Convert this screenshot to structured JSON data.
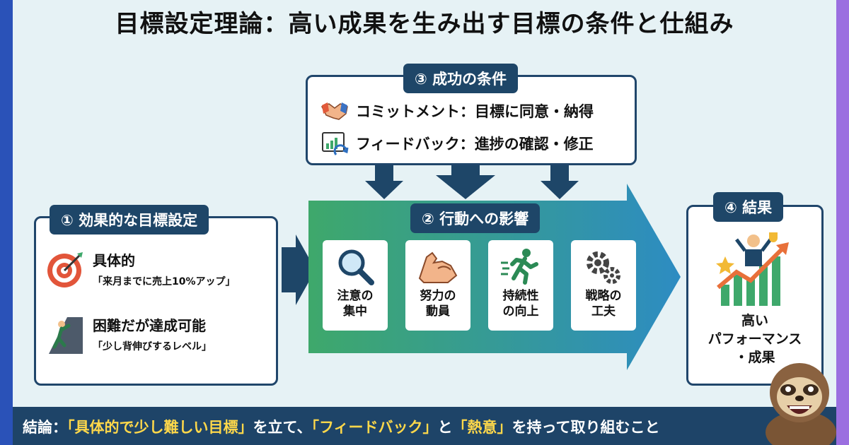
{
  "title": "目標設定理論：高い成果を生み出す目標の条件と仕組み",
  "success_conditions": {
    "tag": "③ 成功の条件",
    "items": [
      {
        "icon": "handshake-icon",
        "text": "コミットメント：目標に同意・納得"
      },
      {
        "icon": "feedback-chart-icon",
        "text": "フィードバック：進捗の確認・修正"
      }
    ]
  },
  "effective_goals": {
    "tag": "① 効果的な目標設定",
    "items": [
      {
        "icon": "target-icon",
        "title": "具体的",
        "detail": "「来月までに売上10%アップ」"
      },
      {
        "icon": "climbing-icon",
        "title": "困難だが達成可能",
        "detail": "「少し背伸びするレベル」"
      }
    ]
  },
  "behavior_impact": {
    "tag": "② 行動への影響",
    "cards": [
      {
        "icon": "magnifier-icon",
        "label_line1": "注意の",
        "label_line2": "集中"
      },
      {
        "icon": "muscle-icon",
        "label_line1": "努力の",
        "label_line2": "動員"
      },
      {
        "icon": "runner-icon",
        "label_line1": "持続性",
        "label_line2": "の向上"
      },
      {
        "icon": "gears-icon",
        "label_line1": "戦略の",
        "label_line2": "工夫"
      }
    ]
  },
  "result": {
    "tag": "④ 結果",
    "icon": "success-chart-icon",
    "line1": "高い",
    "line2": "パフォーマンス",
    "line3": "・成果"
  },
  "conclusion": {
    "prefix": "結論：",
    "hl1": "「具体的で少し難しい目標」",
    "mid1": "を立て、",
    "hl2": "「フィードバック」",
    "mid2": "と",
    "hl3": "「熱意」",
    "suffix": "を持って取り組むこと"
  },
  "colors": {
    "navy": "#1e4668",
    "highlight": "#ffd84a",
    "arrow_start": "#3ea86b",
    "arrow_end": "#2d8cc2"
  }
}
